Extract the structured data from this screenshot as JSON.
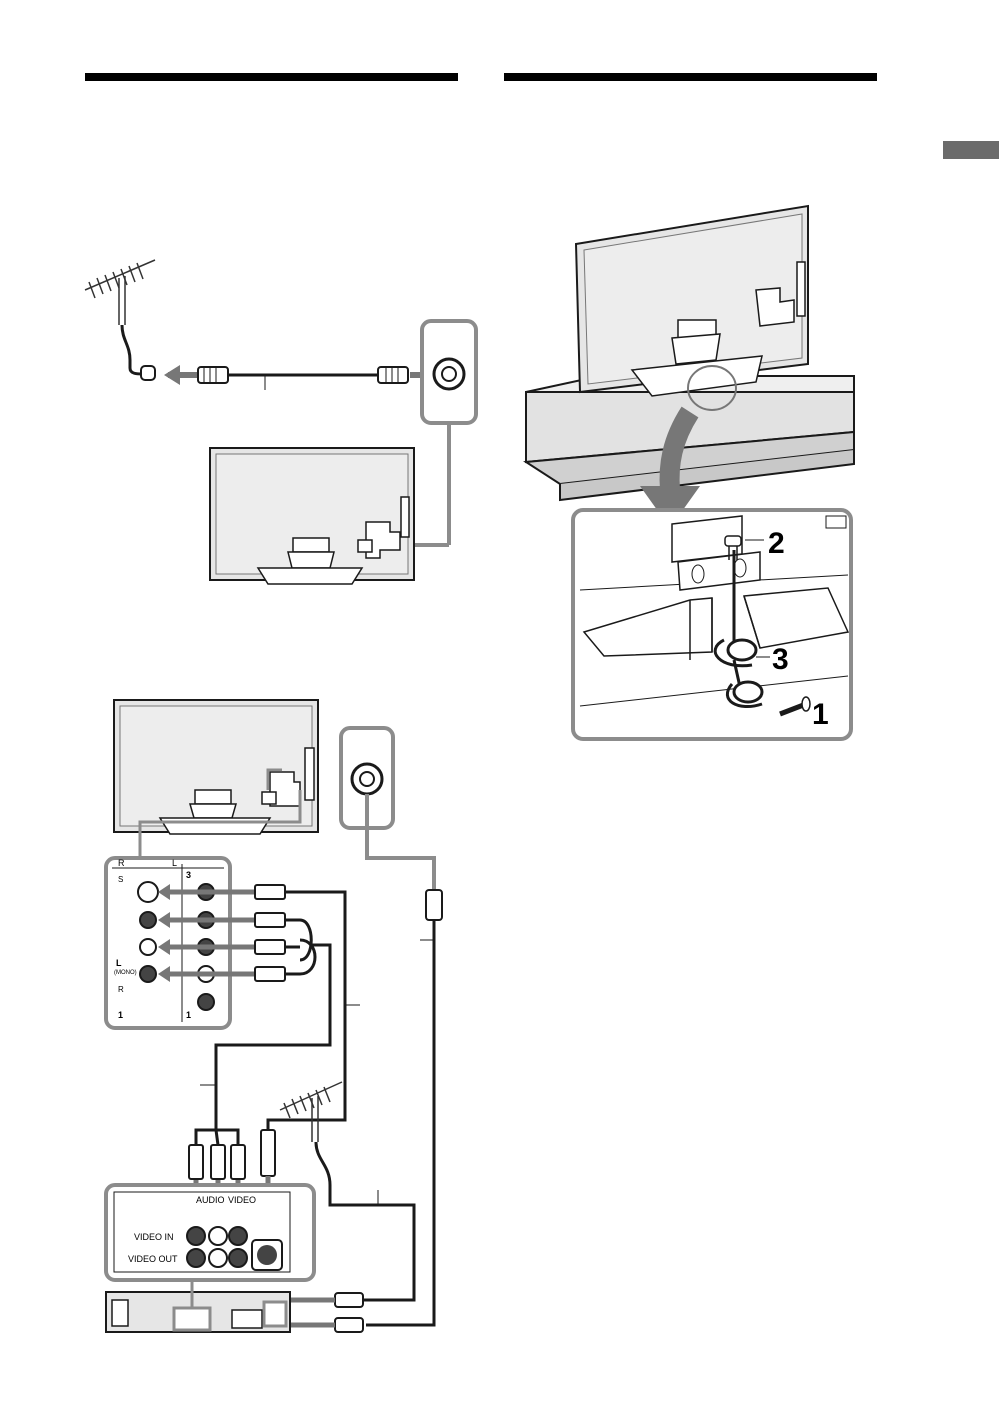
{
  "colors": {
    "frame": "#8c8c8c",
    "cable": "#1a1a1a",
    "tv_body": "#d9d9d9",
    "stand_box": "#e2e2e2",
    "accent_tab": "#6b6b6b"
  },
  "tv_panel": {
    "jack_rows_left": [
      "R",
      "L"
    ],
    "jack_labels": [
      "S",
      "L",
      "(MONO)",
      "R"
    ],
    "input_numbers": [
      "3",
      "1",
      "1"
    ]
  },
  "vcr_panel": {
    "audio_label": "AUDIO",
    "video_label": "VIDEO",
    "video_in_label": "VIDEO IN",
    "video_out_label": "VIDEO OUT"
  },
  "callouts": [
    "1",
    "2",
    "3"
  ],
  "icons": [
    "antenna-icon",
    "tv-rear-icon",
    "vcr-icon",
    "screw-icon",
    "curved-arrow-icon"
  ]
}
